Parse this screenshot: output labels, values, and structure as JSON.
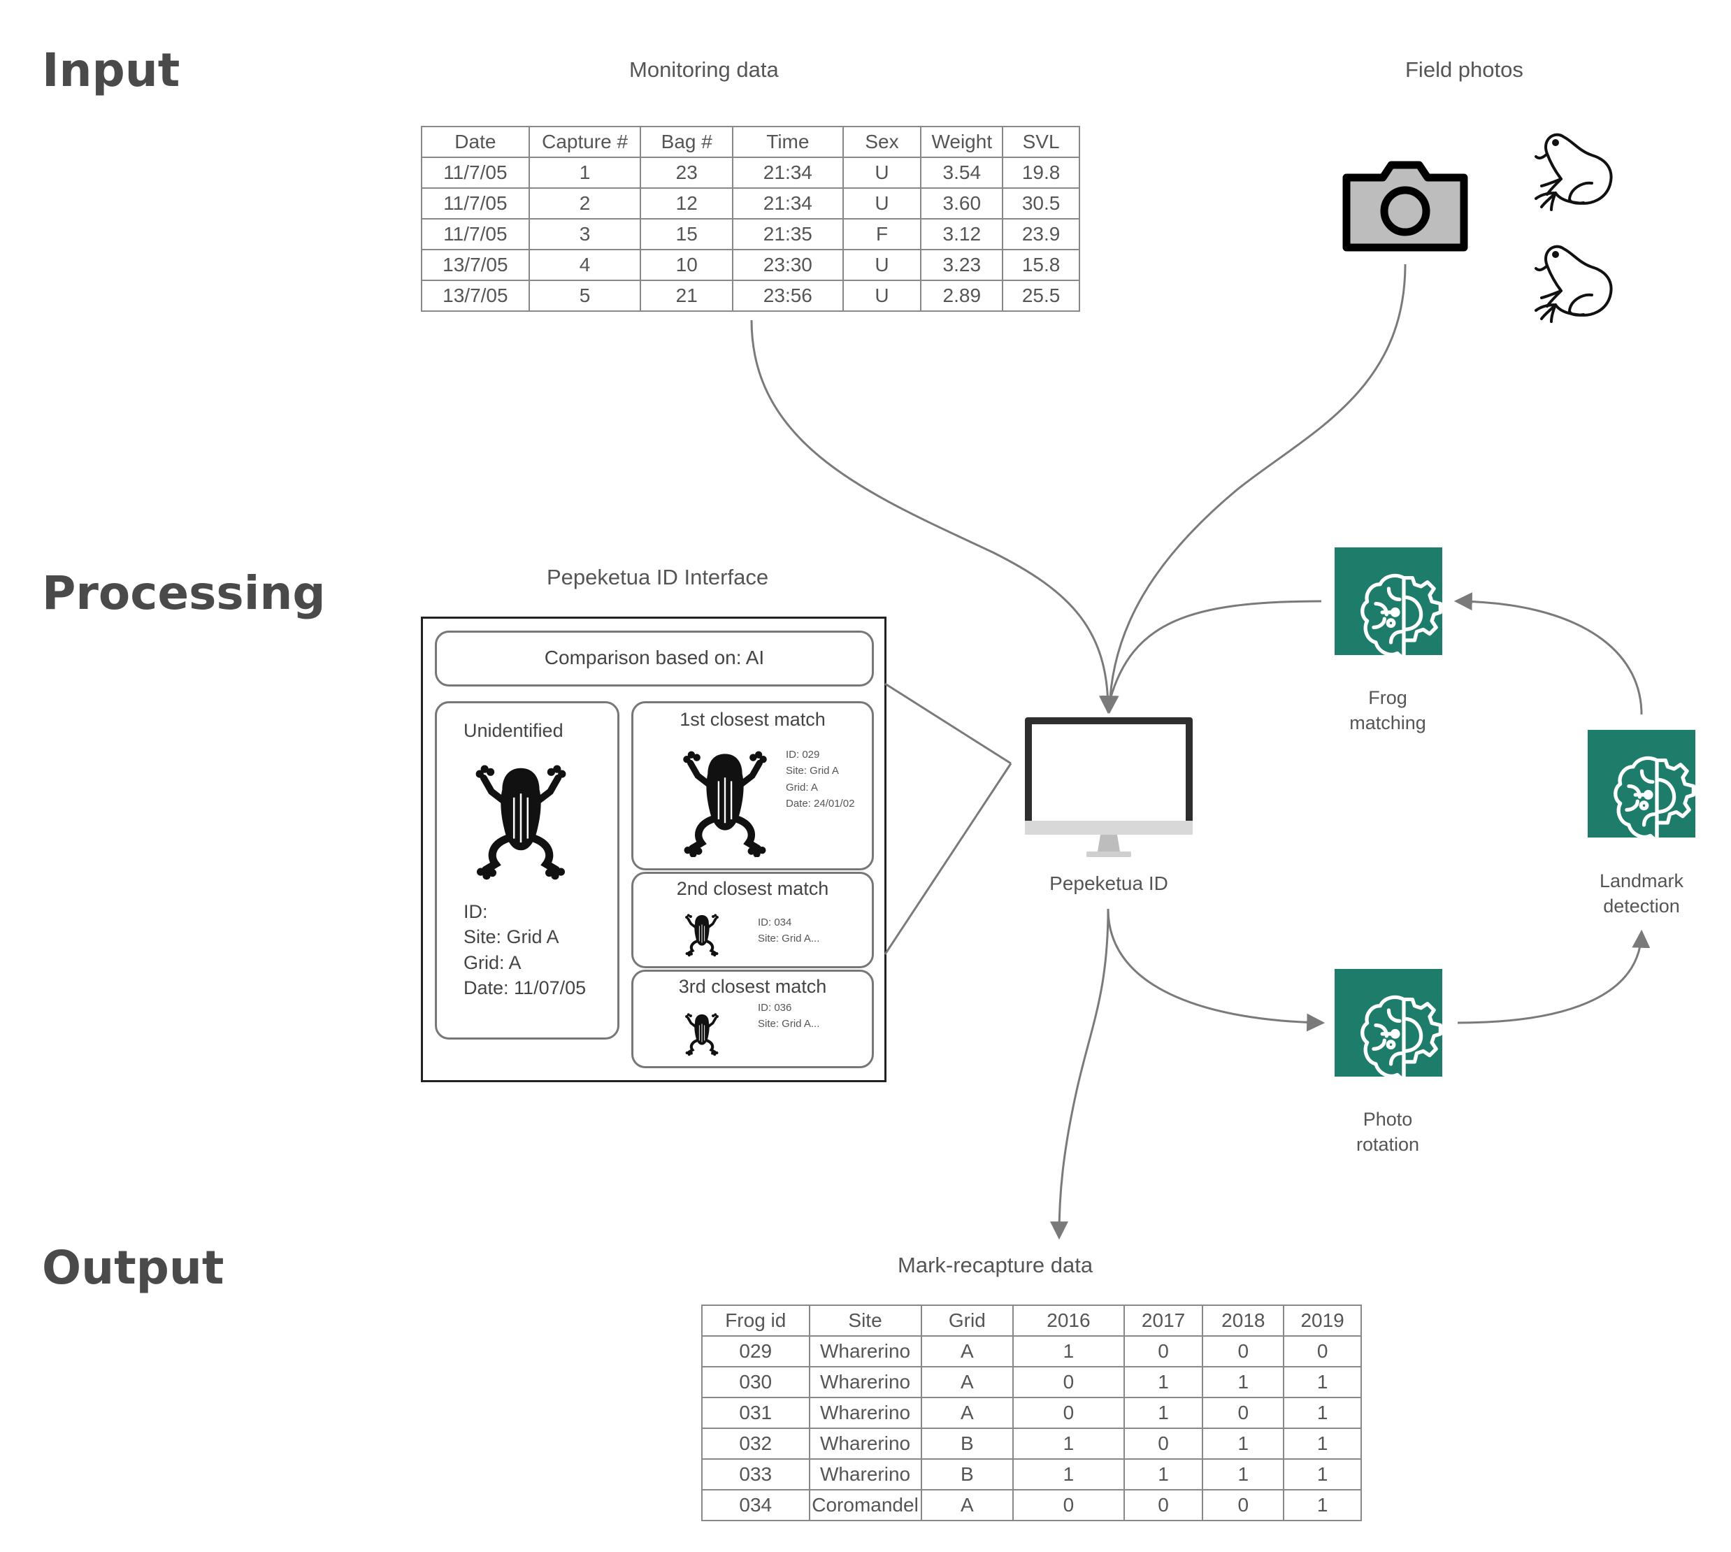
{
  "sections": {
    "input": "Input",
    "processing": "Processing",
    "output": "Output"
  },
  "captions": {
    "monitoring": "Monitoring data",
    "field_photos": "Field photos",
    "interface": "Pepeketua ID Interface",
    "mark_recapture": "Mark-recapture data"
  },
  "monitoring_table": {
    "headers": [
      "Date",
      "Capture #",
      "Bag #",
      "Time",
      "Sex",
      "Weight",
      "SVL"
    ],
    "rows": [
      [
        "11/7/05",
        "1",
        "23",
        "21:34",
        "U",
        "3.54",
        "19.8"
      ],
      [
        "11/7/05",
        "2",
        "12",
        "21:34",
        "U",
        "3.60",
        "30.5"
      ],
      [
        "11/7/05",
        "3",
        "15",
        "21:35",
        "F",
        "3.12",
        "23.9"
      ],
      [
        "13/7/05",
        "4",
        "10",
        "23:30",
        "U",
        "3.23",
        "15.8"
      ],
      [
        "13/7/05",
        "5",
        "21",
        "23:56",
        "U",
        "2.89",
        "25.5"
      ]
    ]
  },
  "interface": {
    "comparison": "Comparison based on: AI",
    "unidentified": {
      "title": "Unidentified",
      "id": "ID:",
      "site": "Site: Grid A",
      "grid": "Grid: A",
      "date": "Date: 11/07/05"
    },
    "match1": {
      "title": "1st closest match",
      "id": "ID:  029",
      "site": "Site: Grid A",
      "grid": "Grid: A",
      "date": "Date: 24/01/02"
    },
    "match2": {
      "title": "2nd closest match",
      "id": "ID:  034",
      "site": "Site: Grid A..."
    },
    "match3": {
      "title": "3rd closest match",
      "id": "ID:  036",
      "site": "Site: Grid A..."
    }
  },
  "nodes": {
    "pepeketua": "Pepeketua ID",
    "frog_matching": [
      "Frog",
      "matching"
    ],
    "landmark_detection": [
      "Landmark",
      "detection"
    ],
    "photo_rotation": [
      "Photo",
      "rotation"
    ]
  },
  "icons": {
    "camera": "camera-icon",
    "frog_photo": "frog-outline-icon",
    "frog_silhouette": "frog-silhouette-icon",
    "monitor": "monitor-icon",
    "ai_module": "brain-gear-icon"
  },
  "colors": {
    "ai_tile": "#1e7d6a",
    "arrows": "#7a7a7a"
  },
  "mark_recapture_table": {
    "headers": [
      "Frog id",
      "Site",
      "Grid",
      "2016",
      "2017",
      "2018",
      "2019"
    ],
    "rows": [
      [
        "029",
        "Wharerino",
        "A",
        "1",
        "0",
        "0",
        "0"
      ],
      [
        "030",
        "Wharerino",
        "A",
        "0",
        "1",
        "1",
        "1"
      ],
      [
        "031",
        "Wharerino",
        "A",
        "0",
        "1",
        "0",
        "1"
      ],
      [
        "032",
        "Wharerino",
        "B",
        "1",
        "0",
        "1",
        "1"
      ],
      [
        "033",
        "Wharerino",
        "B",
        "1",
        "1",
        "1",
        "1"
      ],
      [
        "034",
        "Coromandel",
        "A",
        "0",
        "0",
        "0",
        "1"
      ]
    ]
  }
}
